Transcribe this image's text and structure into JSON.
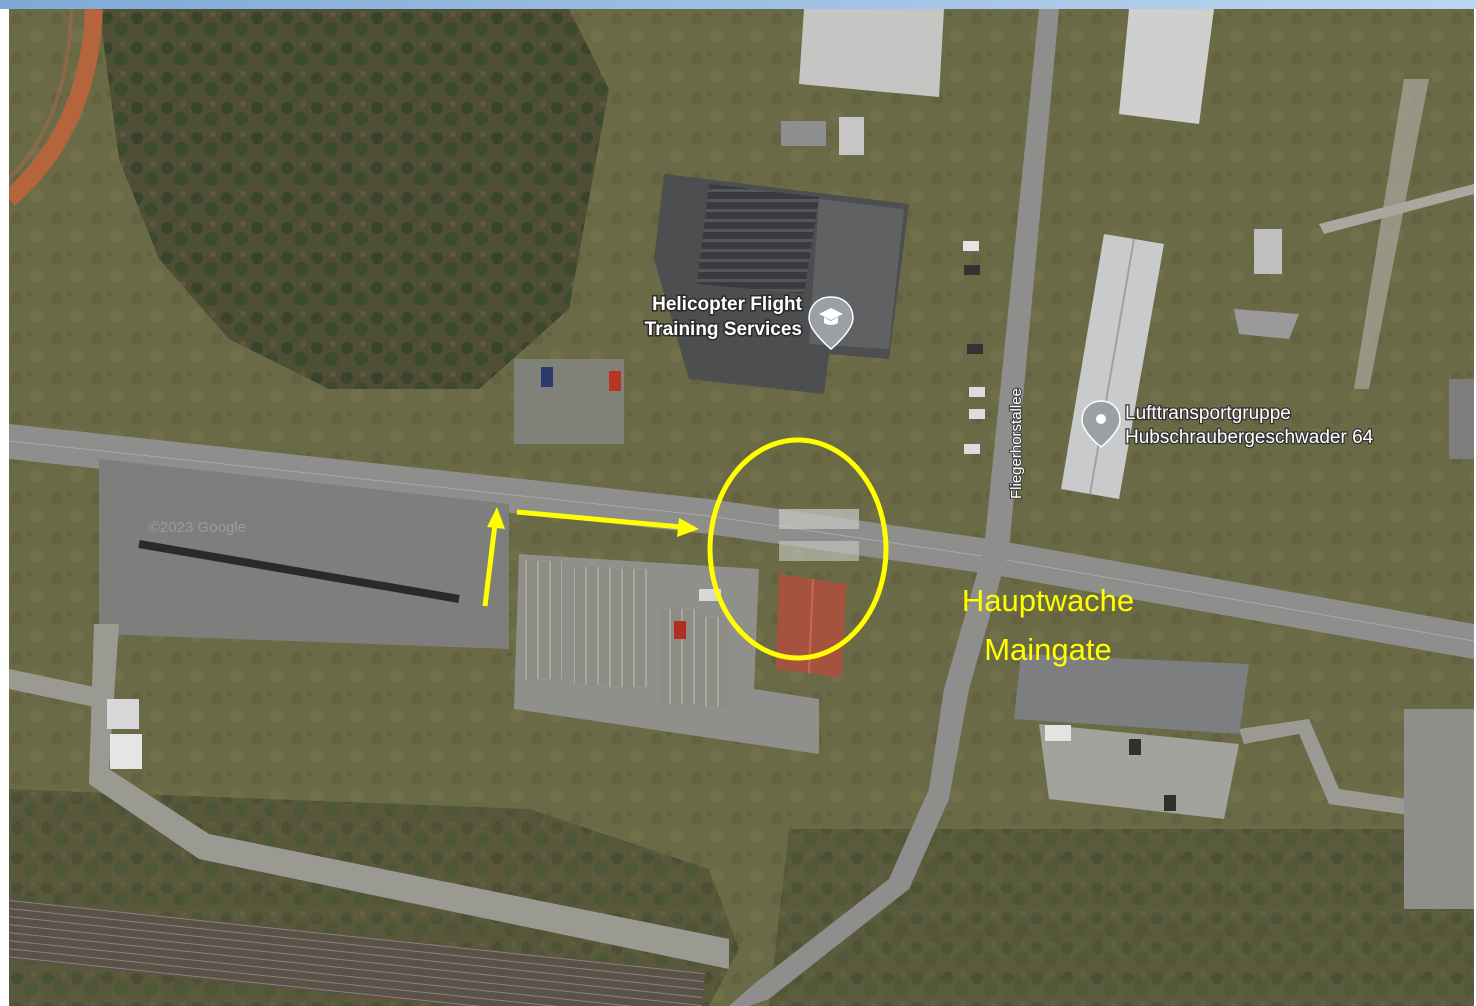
{
  "map": {
    "type": "satellite",
    "watermark": "©2023 Google",
    "pois": [
      {
        "name_line1": "Helicopter Flight",
        "name_line2": "Training Services",
        "icon": "education-pin-icon"
      },
      {
        "name_line1": "Lufttransportgruppe",
        "name_line2": "Hubschraubergeschwader 64",
        "icon": "location-pin-icon"
      }
    ],
    "street_label": "Fliegerhorstallee"
  },
  "annotation": {
    "label_line1": "Hauptwache",
    "label_line2": "Maingate",
    "color": "#ffff00",
    "marker": "ellipse-highlight",
    "arrows": [
      "arrow-up",
      "arrow-right"
    ]
  }
}
